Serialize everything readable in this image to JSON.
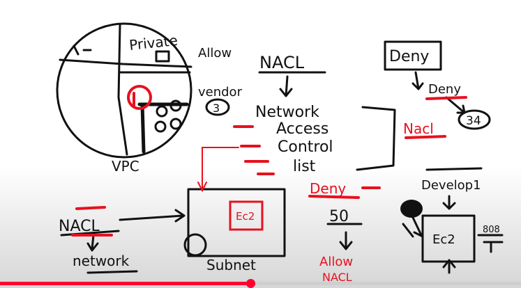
{
  "labels": {
    "private": "Private",
    "allow": "Allow",
    "nacl_top": "NACL",
    "deny_box": "Deny",
    "vendor": "vendor",
    "three": "3",
    "deny_under": "Deny",
    "thirty_four": "34",
    "network": "Network",
    "access": "Access",
    "control": "Control",
    "list": "list",
    "nacl_red": "Nacl",
    "vpc": "VPC",
    "deny_red": "Deny",
    "developer": "Develop1",
    "ec2_box": "Ec2",
    "nacl_bottom": "NACL",
    "network_bottom": "network",
    "subnet": "Subnet",
    "fifty": "50",
    "ec2_right": "Ec2",
    "port": "808",
    "allow_red": "Allow",
    "nacl_red_bottom": "NACL"
  },
  "colors": {
    "ink": "#111111",
    "marker_red": "#e8101e",
    "player_red": "#ff0033"
  },
  "player": {
    "progress": 0.48
  }
}
